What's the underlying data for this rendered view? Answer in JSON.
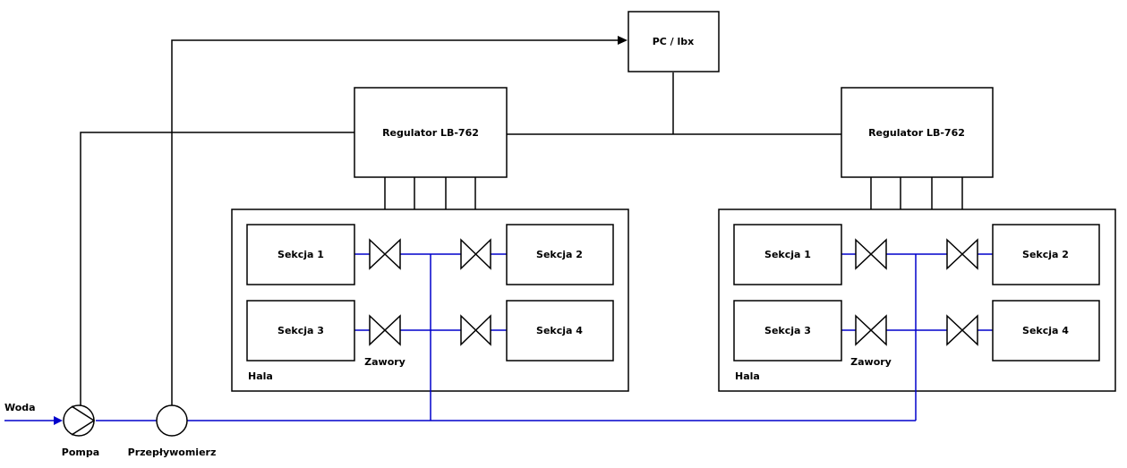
{
  "diagram": {
    "pc": "PC / lbx",
    "regulator_left": "Regulator LB-762",
    "regulator_right": "Regulator LB-762",
    "hall_left": {
      "label": "Hala",
      "sections": [
        "Sekcja 1",
        "Sekcja 2",
        "Sekcja 3",
        "Sekcja 4"
      ],
      "valves_label": "Zawory"
    },
    "hall_right": {
      "label": "Hala",
      "sections": [
        "Sekcja 1",
        "Sekcja 2",
        "Sekcja 3",
        "Sekcja 4"
      ],
      "valves_label": "Zawory"
    },
    "water": "Woda",
    "pump": "Pompa",
    "flowmeter": "Przepływomierz",
    "colors": {
      "water_line": "#0000cc",
      "signal_line": "#000000"
    }
  }
}
